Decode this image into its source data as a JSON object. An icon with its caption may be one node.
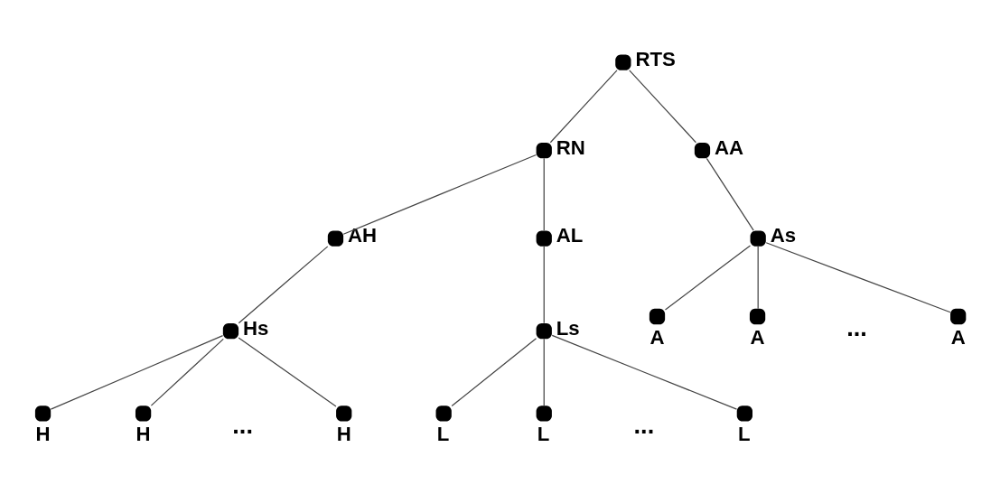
{
  "diagram": {
    "nodes": [
      {
        "text": [],
        "shape": "circle",
        "beside": [
          "RTS"
        ]
      },
      {
        "text": [],
        "shape": "circle",
        "beside": [
          "RN"
        ]
      },
      {
        "text": [],
        "shape": "circle",
        "beside": [
          "AA"
        ]
      },
      {
        "text": [],
        "shape": "circle",
        "beside": [
          "AH"
        ]
      },
      {
        "text": [],
        "shape": "circle",
        "beside": [
          "AL"
        ]
      },
      {
        "text": [],
        "shape": "circle",
        "beside": [
          "As"
        ]
      },
      {
        "text": [],
        "shape": "circle",
        "beside": [
          "Hs"
        ]
      },
      {
        "text": [],
        "shape": "circle",
        "beside": [
          "Ls"
        ]
      },
      {
        "text": [],
        "shape": "circle",
        "beside": [
          "A"
        ]
      },
      {
        "text": [],
        "shape": "circle",
        "beside": [
          "A"
        ]
      },
      {
        "text": [],
        "shape": "circle",
        "beside": [
          "A"
        ]
      },
      {
        "text": [],
        "shape": "circle",
        "beside": [
          "H"
        ]
      },
      {
        "text": [],
        "shape": "circle",
        "beside": [
          "H"
        ]
      },
      {
        "text": [],
        "shape": "circle",
        "beside": [
          "H"
        ]
      },
      {
        "text": [],
        "shape": "circle",
        "beside": [
          "L"
        ]
      },
      {
        "text": [],
        "shape": "circle",
        "beside": [
          "L"
        ]
      },
      {
        "text": [],
        "shape": "circle",
        "beside": [
          "L"
        ]
      }
    ],
    "edges": [
      {
        "from": 0,
        "to": 1,
        "arrow": "none"
      },
      {
        "from": 0,
        "to": 2,
        "arrow": "none"
      },
      {
        "from": 1,
        "to": 3,
        "arrow": "none"
      },
      {
        "from": 1,
        "to": 4,
        "arrow": "none"
      },
      {
        "from": 2,
        "to": 5,
        "arrow": "none"
      },
      {
        "from": 3,
        "to": 6,
        "arrow": "none"
      },
      {
        "from": 4,
        "to": 7,
        "arrow": "none"
      },
      {
        "from": 5,
        "to": 8,
        "arrow": "none"
      },
      {
        "from": 5,
        "to": 9,
        "arrow": "none"
      },
      {
        "from": 5,
        "to": 10,
        "arrow": "none"
      },
      {
        "from": 6,
        "to": 11,
        "arrow": "none"
      },
      {
        "from": 6,
        "to": 12,
        "arrow": "none"
      },
      {
        "from": 6,
        "to": 13,
        "arrow": "none"
      },
      {
        "from": 7,
        "to": 14,
        "arrow": "none"
      },
      {
        "from": 7,
        "to": 15,
        "arrow": "none"
      },
      {
        "from": 7,
        "to": 16,
        "arrow": "none"
      }
    ],
    "labels": [
      "...",
      "...",
      "..."
    ]
  }
}
